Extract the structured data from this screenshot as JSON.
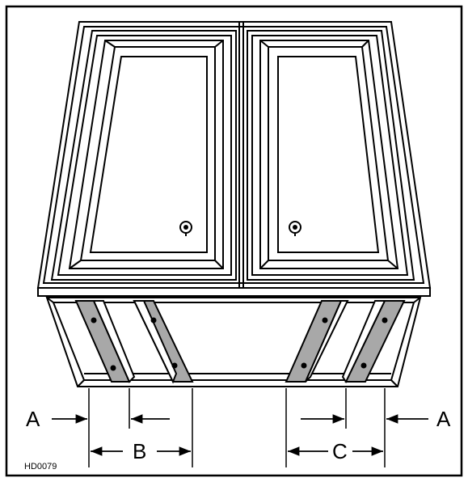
{
  "figure": {
    "code": "HD0079",
    "labels": {
      "left_end": "A",
      "right_end": "A",
      "left_spacing": "B",
      "right_spacing": "C"
    }
  },
  "colors": {
    "line": "#000000",
    "rail_fill": "#a8a8a8",
    "background": "#ffffff"
  },
  "icons": [
    "door-knob-icon",
    "arrow-icon"
  ]
}
